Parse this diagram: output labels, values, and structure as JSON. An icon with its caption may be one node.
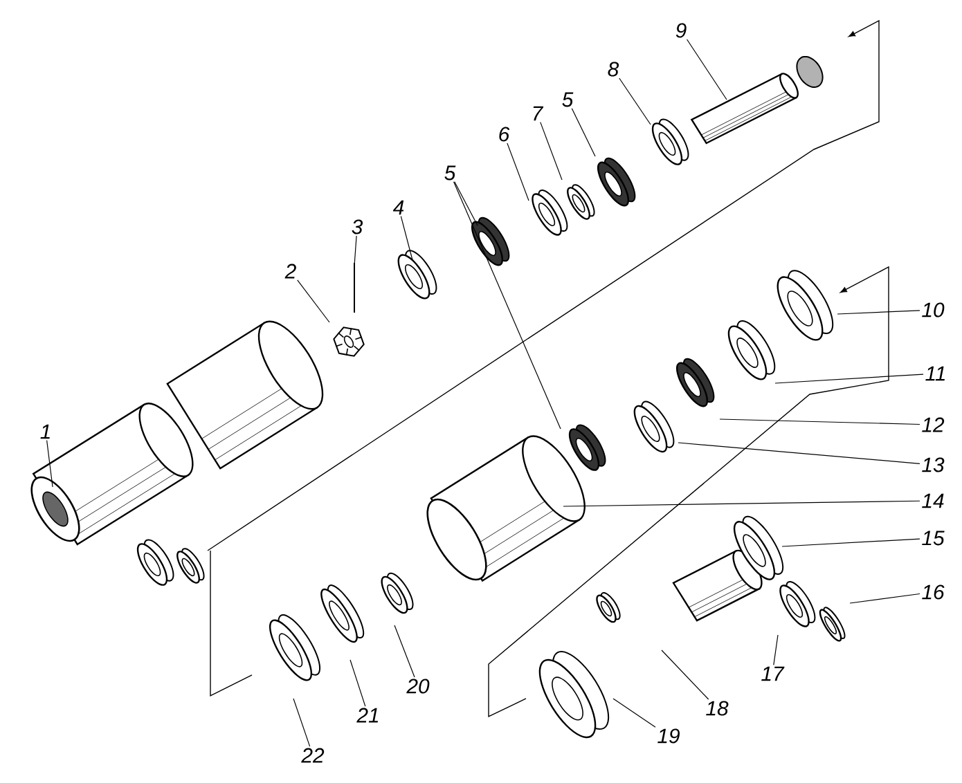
{
  "diagram": {
    "nodes": [
      {
        "text": [
          "1"
        ]
      },
      {
        "text": [
          "2"
        ]
      },
      {
        "text": [
          "3"
        ]
      },
      {
        "text": [
          "4"
        ]
      },
      {
        "text": [
          "5"
        ]
      },
      {
        "text": [
          "6"
        ]
      },
      {
        "text": [
          "7"
        ]
      },
      {
        "text": [
          "5"
        ]
      },
      {
        "text": [
          "8"
        ]
      },
      {
        "text": [
          "9"
        ]
      },
      {
        "text": [
          "10"
        ]
      },
      {
        "text": [
          "11"
        ]
      },
      {
        "text": [
          "12"
        ]
      },
      {
        "text": [
          "13"
        ]
      },
      {
        "text": [
          "14"
        ]
      },
      {
        "text": [
          "15"
        ]
      },
      {
        "text": [
          "16"
        ]
      },
      {
        "text": [
          "17"
        ]
      },
      {
        "text": [
          "18"
        ]
      },
      {
        "text": [
          "19"
        ]
      },
      {
        "text": [
          "20"
        ]
      },
      {
        "text": [
          "21"
        ]
      },
      {
        "text": [
          "22"
        ]
      }
    ],
    "edges": [
      {
        "from": 0,
        "to": null,
        "arrow": "none"
      },
      {
        "from": 1,
        "to": null,
        "arrow": "none"
      },
      {
        "from": 2,
        "to": null,
        "arrow": "none"
      },
      {
        "from": 3,
        "to": null,
        "arrow": "none"
      },
      {
        "from": 4,
        "to": null,
        "arrow": "none"
      },
      {
        "from": 4,
        "to": null,
        "arrow": "none"
      },
      {
        "from": 5,
        "to": null,
        "arrow": "none"
      },
      {
        "from": 6,
        "to": null,
        "arrow": "none"
      },
      {
        "from": 7,
        "to": null,
        "arrow": "none"
      },
      {
        "from": 8,
        "to": null,
        "arrow": "none"
      },
      {
        "from": 9,
        "to": null,
        "arrow": "none"
      },
      {
        "from": 10,
        "to": null,
        "arrow": "none"
      },
      {
        "from": 11,
        "to": null,
        "arrow": "none"
      },
      {
        "from": 12,
        "to": null,
        "arrow": "none"
      },
      {
        "from": 13,
        "to": null,
        "arrow": "none"
      },
      {
        "from": 14,
        "to": null,
        "arrow": "none"
      },
      {
        "from": 15,
        "to": null,
        "arrow": "none"
      },
      {
        "from": 16,
        "to": null,
        "arrow": "none"
      },
      {
        "from": 17,
        "to": null,
        "arrow": "none"
      },
      {
        "from": 18,
        "to": null,
        "arrow": "none"
      },
      {
        "from": 19,
        "to": null,
        "arrow": "none"
      },
      {
        "from": 20,
        "to": null,
        "arrow": "none"
      },
      {
        "from": 21,
        "to": null,
        "arrow": "none"
      },
      {
        "from": 22,
        "to": null,
        "arrow": "none"
      }
    ]
  }
}
